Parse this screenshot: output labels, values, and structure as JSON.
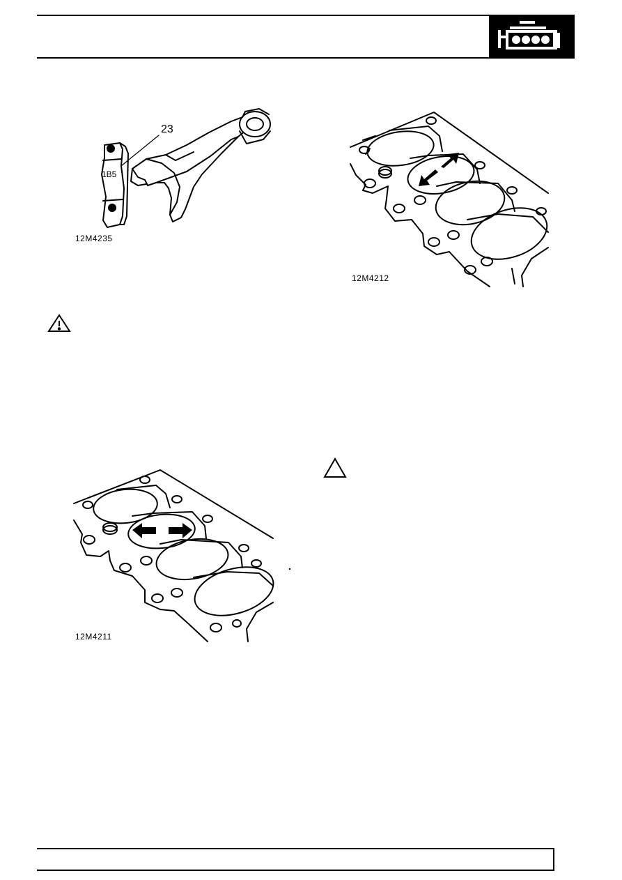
{
  "header": {
    "section_icon": "engine-icon"
  },
  "figures": {
    "conrod": {
      "caption": "12M4235",
      "callout_number": "23",
      "cap_marking": "1B5"
    },
    "gasket_top_right": {
      "caption": "12M4212"
    },
    "gasket_bottom_left": {
      "caption": "12M4211"
    }
  },
  "icons": {
    "warning_left": "warning-triangle-icon",
    "caution_right": "caution-triangle-icon"
  },
  "colors": {
    "ink": "#000000",
    "paper": "#ffffff"
  }
}
